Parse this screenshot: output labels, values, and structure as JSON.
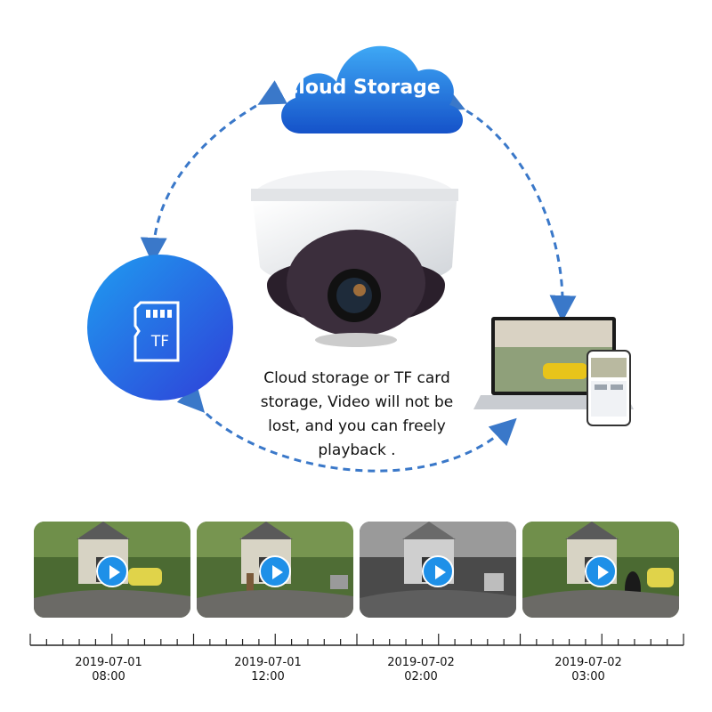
{
  "cloud": {
    "label": "Cloud Storage",
    "color": "#1e6fd9"
  },
  "tf_card": {
    "label": "TF",
    "color": "#2563eb"
  },
  "caption": {
    "line1": "Cloud storage or TF card",
    "line2": "storage, Video will not be",
    "line3": "lost, and you can freely",
    "line4": "playback ."
  },
  "arrow_color": "#3a78c9",
  "icons": [
    "cloud-icon",
    "sd-card-icon",
    "dome-camera-icon",
    "laptop-icon",
    "phone-icon",
    "play-icon"
  ],
  "recordings": [
    {
      "date": "2019-07-01",
      "time": "08:00",
      "mode": "color"
    },
    {
      "date": "2019-07-01",
      "time": "12:00",
      "mode": "color"
    },
    {
      "date": "2019-07-02",
      "time": "02:00",
      "mode": "night"
    },
    {
      "date": "2019-07-02",
      "time": "03:00",
      "mode": "color"
    }
  ]
}
